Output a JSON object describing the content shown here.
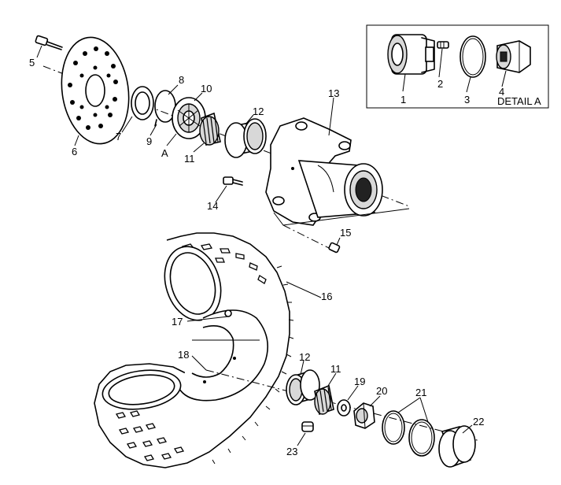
{
  "callouts": {
    "p1": "1",
    "p2": "2",
    "p3": "3",
    "p4": "4",
    "p5": "5",
    "p6": "6",
    "p7": "7",
    "p8": "8",
    "p9": "9",
    "p10": "10",
    "p11a": "11",
    "p11b": "11",
    "p12a": "12",
    "p12b": "12",
    "p13": "13",
    "p14": "14",
    "p15": "15",
    "p16": "16",
    "p17": "17",
    "p18": "18",
    "p19": "19",
    "p20": "20",
    "p21": "21",
    "p22": "22",
    "p23": "23",
    "pA": "A"
  },
  "detail": {
    "title": "DETAIL A"
  }
}
